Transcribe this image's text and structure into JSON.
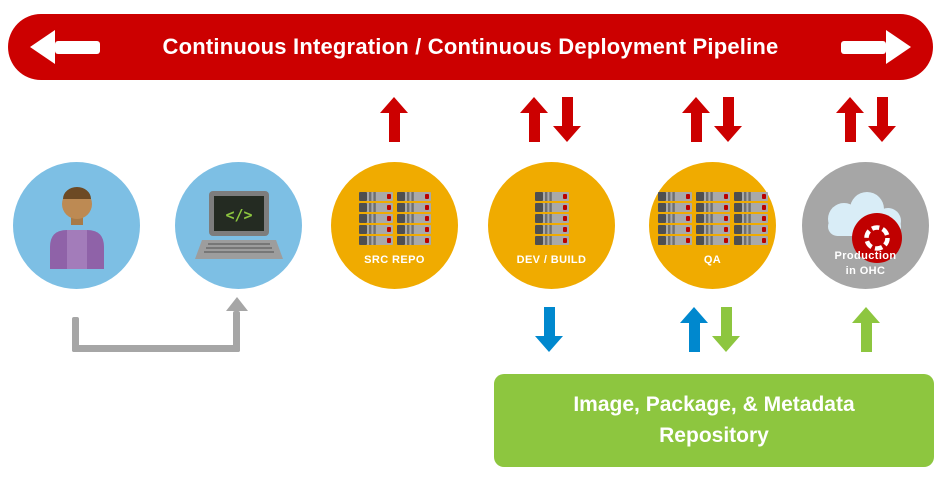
{
  "banner": {
    "title": "Continuous Integration / Continuous Deployment Pipeline"
  },
  "nodes": [
    {
      "id": "developer",
      "type": "person"
    },
    {
      "id": "workstation",
      "type": "laptop",
      "icon_text": "</>"
    },
    {
      "id": "src-repo",
      "type": "server-stack",
      "label": "SRC REPO"
    },
    {
      "id": "dev-build",
      "type": "server-stack",
      "label": "DEV / BUILD"
    },
    {
      "id": "qa",
      "type": "server-stack",
      "label": "QA"
    },
    {
      "id": "production",
      "type": "cloud-openshift",
      "label": "Production\nin OHC"
    }
  ],
  "arrows": {
    "pipeline_row": [
      {
        "node": "src-repo",
        "directions": [
          "up"
        ],
        "color": "red"
      },
      {
        "node": "dev-build",
        "directions": [
          "up",
          "down"
        ],
        "color": "red"
      },
      {
        "node": "qa",
        "directions": [
          "up",
          "down"
        ],
        "color": "red"
      },
      {
        "node": "production",
        "directions": [
          "up",
          "down"
        ],
        "color": "red"
      }
    ],
    "repository_row": [
      {
        "node": "dev-build",
        "directions": [
          "down"
        ],
        "color": "blue"
      },
      {
        "node": "qa",
        "directions": [
          "up"
        ],
        "color": "blue"
      },
      {
        "node": "qa",
        "directions": [
          "down"
        ],
        "color": "green"
      },
      {
        "node": "production",
        "directions": [
          "up"
        ],
        "color": "green"
      }
    ],
    "developer_flow": {
      "from": "developer",
      "to": "workstation",
      "color": "gray",
      "shape": "elbow-up"
    }
  },
  "repository_box": {
    "label": "Image, Package, & Metadata\nRepository"
  },
  "colors": {
    "red": "#cc0000",
    "orange": "#f0ab00",
    "green": "#8dc63f",
    "blue": "#0088ce",
    "light_blue": "#7dbfe4",
    "gray": "#a6a6a6",
    "white": "#ffffff"
  }
}
